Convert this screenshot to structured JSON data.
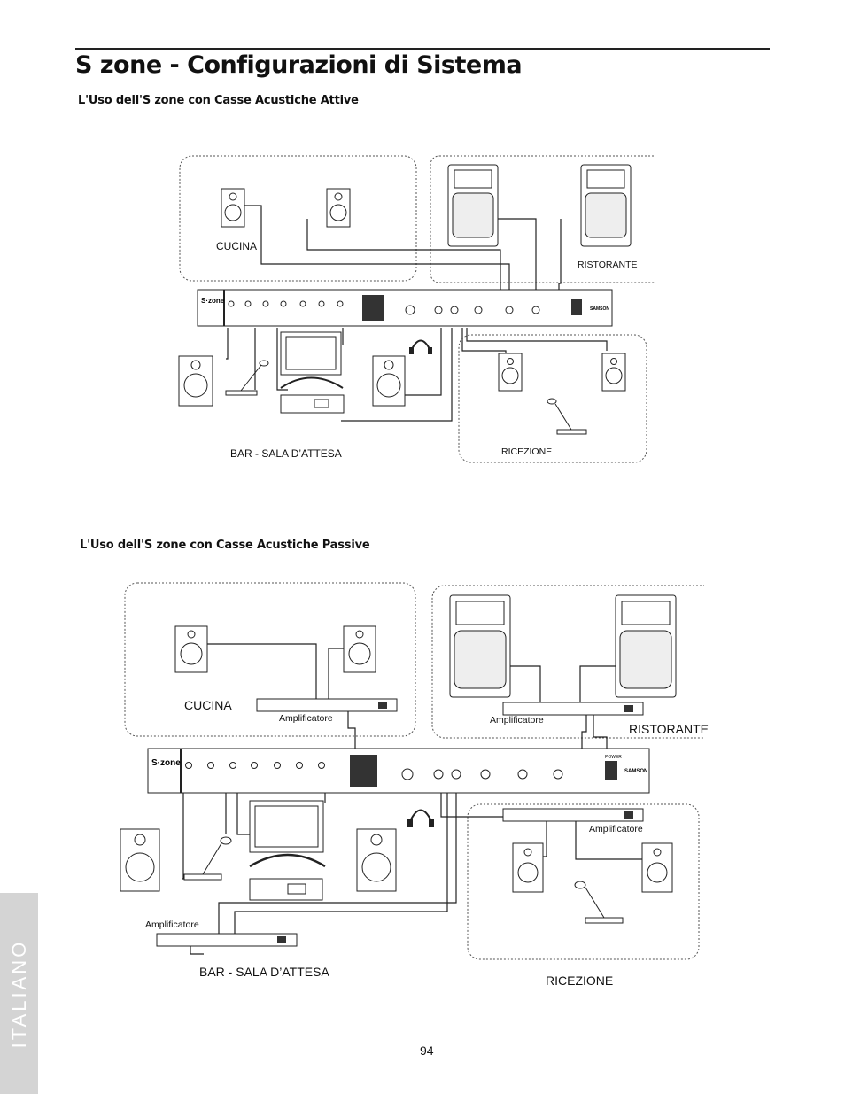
{
  "page": {
    "title": "S zone - Configurazioni di Sistema",
    "page_number": "94",
    "language_tab": "ITALIANO"
  },
  "section_active": {
    "heading": "L'Uso dell'S zone con Casse Acustiche Attive",
    "labels": {
      "cucina": "CUCINA",
      "ristorante": "RISTORANTE",
      "bar": "BAR - SALA D’ATTESA",
      "ricezione": "RICEZIONE"
    }
  },
  "section_passive": {
    "heading": "L'Uso dell'S zone con Casse Acustiche Passive",
    "labels": {
      "cucina": "CUCINA",
      "ristorante": "RISTORANTE",
      "bar": "BAR - SALA D’ATTESA",
      "ricezione": "RICEZIONE",
      "amplifier": "Amplificatore"
    }
  },
  "mixer": {
    "brand_model": "S·zone",
    "brand_logo": "SAMSON",
    "power_label": "POWER"
  }
}
